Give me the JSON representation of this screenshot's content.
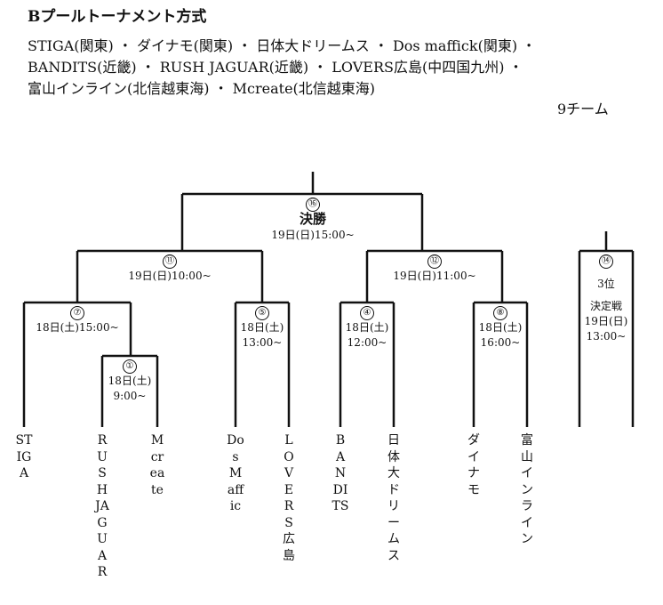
{
  "header": {
    "title": "Bプールトーナメント方式",
    "lines": [
      "STIGA(関東) ・ ダイナモ(関東) ・ 日体大ドリームス ・ Dos maffick(関東) ・",
      "BANDITS(近畿) ・ RUSH JAGUAR(近畿) ・ LOVERS広島(中四国九州) ・",
      "富山インライン(北信越東海) ・ Mcreate(北信越東海)"
    ],
    "team_count": "9チーム"
  },
  "matches": {
    "m16": {
      "num": "⑯",
      "name": "決勝",
      "time": "19日(日)15:00~"
    },
    "m11": {
      "num": "⑪",
      "time": "19日(日)10:00~"
    },
    "m12": {
      "num": "⑫",
      "time": "19日(日)11:00~"
    },
    "m7": {
      "num": "⑦",
      "time": "18日(土)15:00~"
    },
    "m1": {
      "num": "①",
      "date": "18日(土)",
      "time": "9:00~"
    },
    "m5": {
      "num": "⑤",
      "date": "18日(土)",
      "time": "13:00~"
    },
    "m4": {
      "num": "④",
      "date": "18日(土)",
      "time": "12:00~"
    },
    "m8": {
      "num": "⑧",
      "date": "18日(土)",
      "time": "16:00~"
    },
    "m14": {
      "num": "⑭",
      "name1": "3位",
      "name2": "決定戦",
      "date": "19日(日)",
      "time": "13:00~"
    }
  },
  "teams": {
    "stiga": "STIGA",
    "rush": "RUSH JAGUAR",
    "mcreate": "Mcreate",
    "dos": "Dos Maffic",
    "lovers": "LOVERS広島",
    "bandits": "BANDITS",
    "nittai": "日体大ドリームス",
    "dynamo": "ダイナモ",
    "toyama": "富山インライン"
  }
}
